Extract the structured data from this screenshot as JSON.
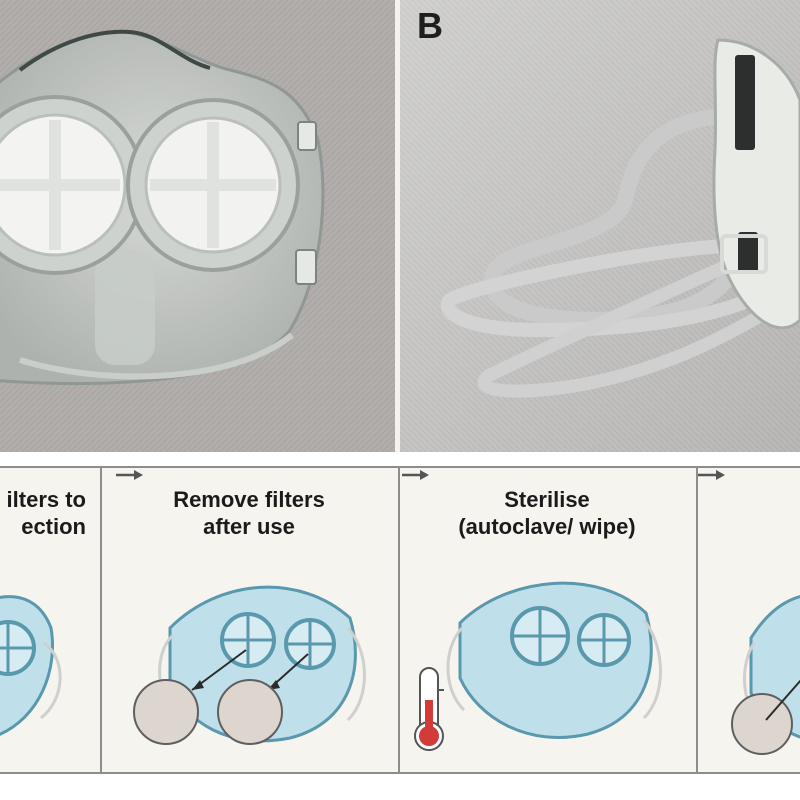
{
  "panels": {
    "a": {
      "label": ""
    },
    "b": {
      "label": "B"
    }
  },
  "steps": [
    {
      "title_line1": "ilters to",
      "title_line2": "ection"
    },
    {
      "title_line1": "Remove filters",
      "title_line2": "after use"
    },
    {
      "title_line1": "Sterilise",
      "title_line2": "(autoclave/ wipe)"
    },
    {
      "title_line1": "",
      "title_line2": ""
    }
  ],
  "colors": {
    "mask_fill": "#bfe0ea",
    "mask_stroke": "#5a98ad",
    "filter_disc": "#dcd6cf",
    "thermometer_red": "#d33a3a",
    "divider": "#8d8d8d"
  },
  "icons": [
    "right-arrow-icon",
    "thermometer-icon",
    "filter-disc-icon",
    "face-mask-illustration"
  ]
}
